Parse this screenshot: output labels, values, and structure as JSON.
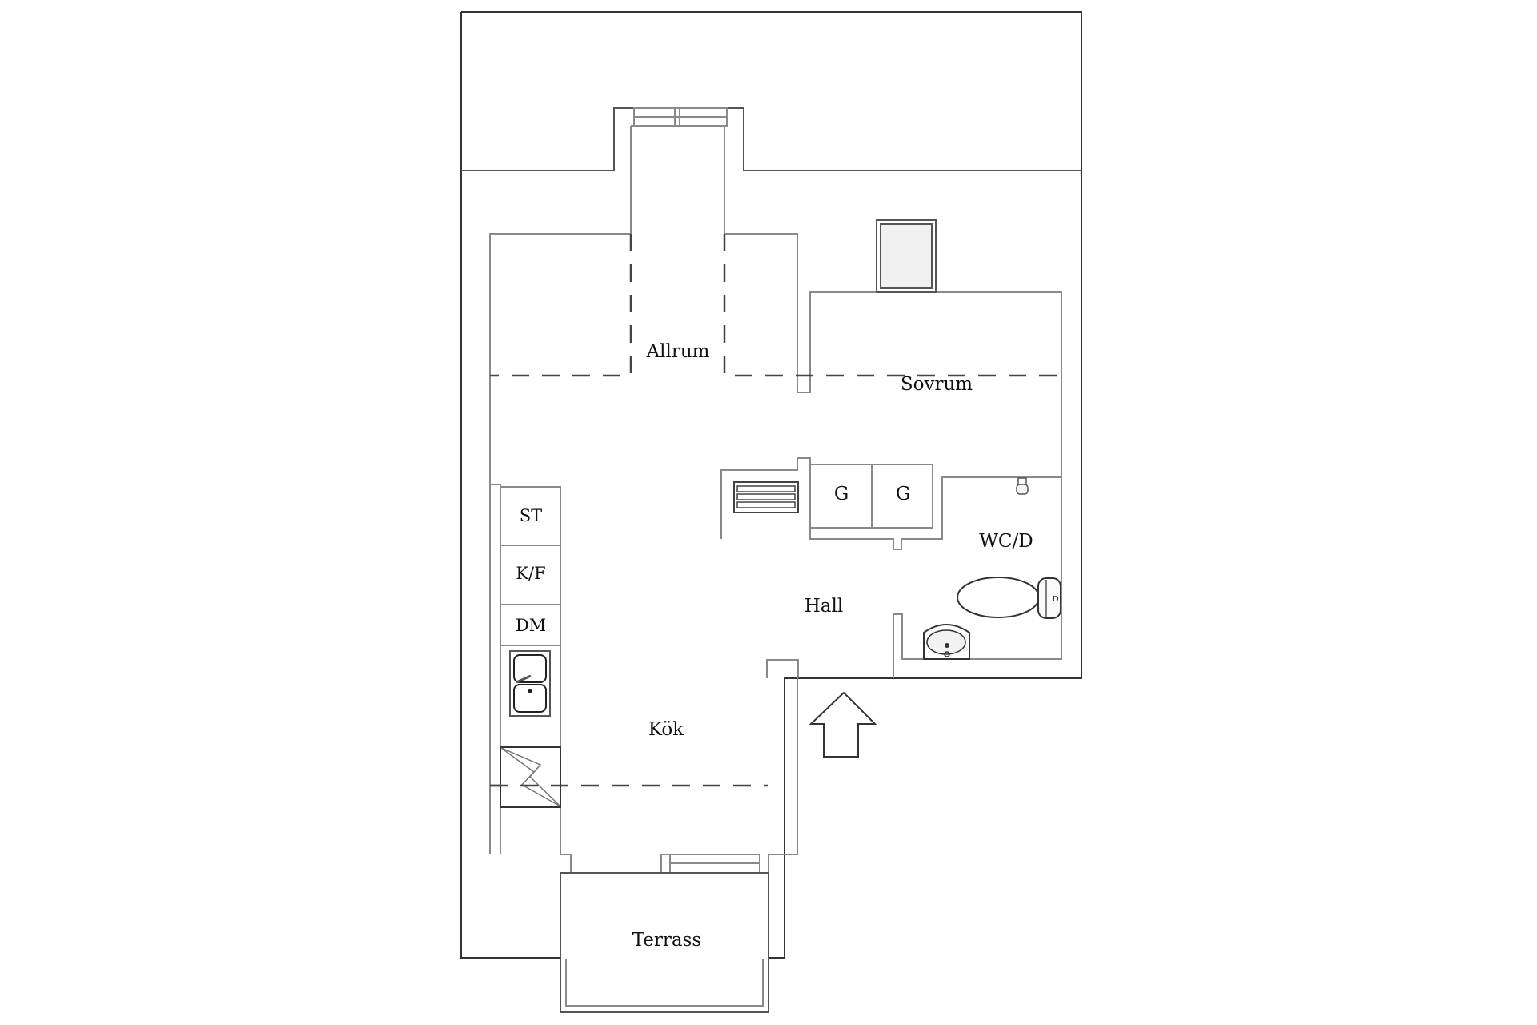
{
  "floorplan": {
    "rooms": {
      "allrum": "Allrum",
      "sovrum": "Sovrum",
      "hall": "Hall",
      "kok": "Kök",
      "terrass": "Terrass",
      "wc": "WC/D"
    },
    "closets": [
      "G",
      "G"
    ],
    "kitchen_units": [
      "ST",
      "K/F",
      "DM"
    ],
    "icons": {
      "entrance": "entrance-arrow-icon",
      "sink": "kitchen-sink-icon",
      "stove": "stove-icon",
      "toilet": "toilet-icon",
      "washbasin": "washbasin-icon",
      "radiator": "radiator-icon",
      "skylight": "skylight-icon",
      "shower": "shower-icon"
    },
    "colors": {
      "outer_wall": "#333333",
      "inner_wall": "#8a8a8a",
      "skylight_fill": "#f0f0f0"
    }
  }
}
